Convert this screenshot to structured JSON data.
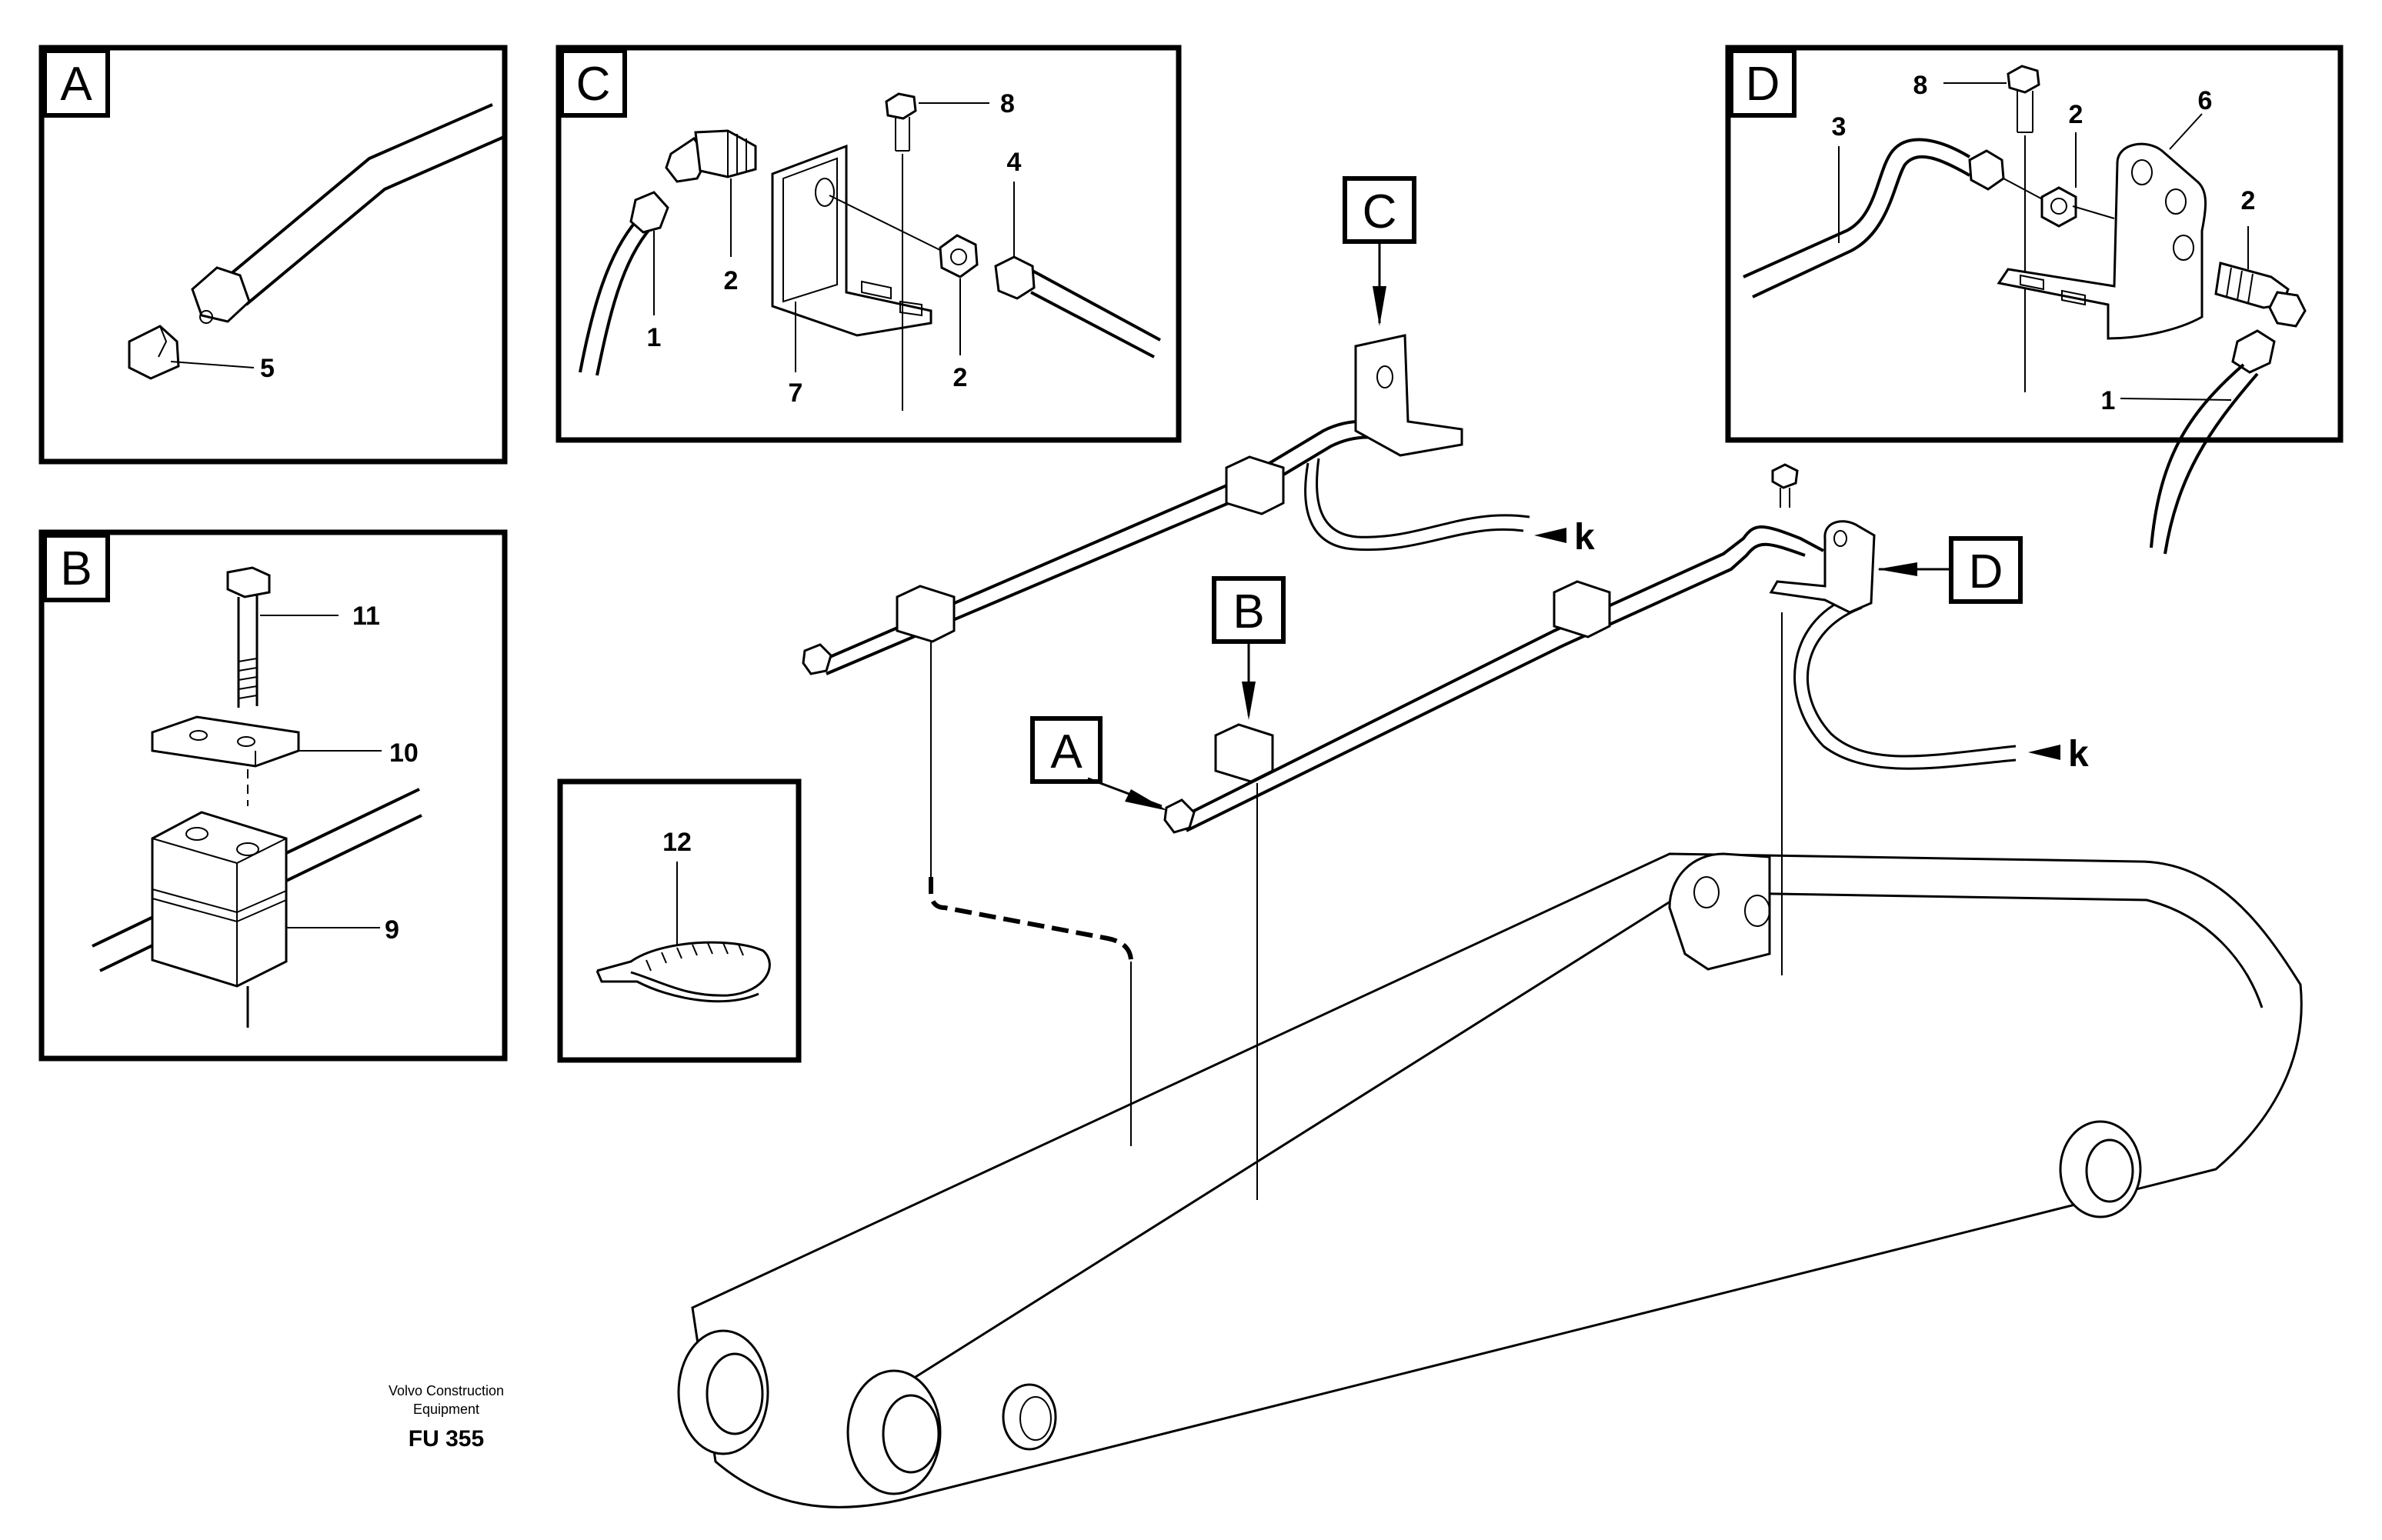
{
  "detail_panels": {
    "A": {
      "label": "A",
      "parts": [
        "5"
      ]
    },
    "B": {
      "label": "B",
      "parts": [
        "11",
        "10",
        "9"
      ]
    },
    "C": {
      "label": "C",
      "parts": [
        "8",
        "4",
        "2",
        "1",
        "2",
        "7"
      ]
    },
    "D": {
      "label": "D",
      "parts": [
        "8",
        "2",
        "6",
        "3",
        "2",
        "1"
      ]
    },
    "cable_tie": {
      "parts": [
        "12"
      ]
    }
  },
  "main_callouts": {
    "A": "A",
    "B": "B",
    "C": "C",
    "D": "D",
    "k_upper": "k",
    "k_lower": "k"
  },
  "caption": {
    "line1": "Volvo Construction",
    "line2": "Equipment",
    "code": "FU 355"
  }
}
